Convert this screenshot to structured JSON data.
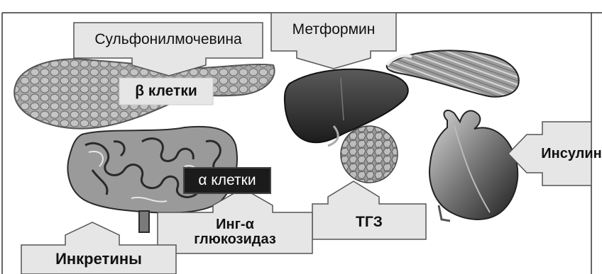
{
  "labels": {
    "sulfonylurea": "Сульфонилмочевина",
    "beta_cells": "β клетки",
    "metformin": "Метформин",
    "alpha_cells": "α клетки",
    "incretins": "Инкретины",
    "alpha_glucosidase_line1": "Инг-α",
    "alpha_glucosidase_line2": "глюкозидаз",
    "tgz": "ТГЗ",
    "insulin": "Инсулин"
  },
  "colors": {
    "organ_fill": "#9a9a9a",
    "organ_dark": "#3a3a3a",
    "label_box_fill": "#e6e6e6",
    "label_box_border": "#555555",
    "dark_label_fill": "#1b1b1b"
  },
  "icons": {
    "pancreas": "pancreas-illustration",
    "liver": "liver-illustration",
    "muscle": "muscle-illustration",
    "intestine": "intestine-illustration",
    "fat": "fat-tissue-illustration",
    "heart": "heart-illustration"
  }
}
